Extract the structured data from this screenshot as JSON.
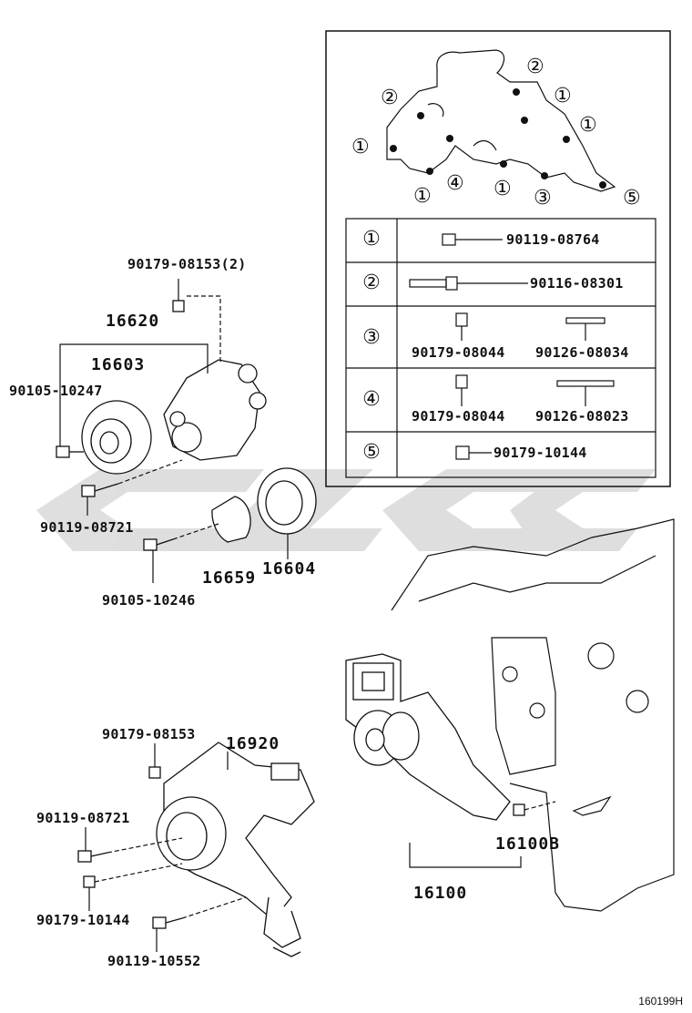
{
  "callouts": {
    "p1": "90179-08153(2)",
    "p2": "16620",
    "p3": "16603",
    "p4": "90105-10247",
    "p5": "90119-08721",
    "p6": "16659",
    "p7": "16604",
    "p8": "90105-10246",
    "p9": "90179-08153",
    "p10": "16920",
    "p11": "90119-08721",
    "p12": "90179-10144",
    "p13": "90119-10552",
    "p14": "16100B",
    "p15": "16100"
  },
  "inset_marks": {
    "m1": "②",
    "m2": "②",
    "m3": "①",
    "m4": "①",
    "m5": "①",
    "m6": "①",
    "m7": "④",
    "m8": "①",
    "m9": "③",
    "m10": "⑤"
  },
  "legend": [
    {
      "num": "①",
      "parts": [
        "90119-08764"
      ]
    },
    {
      "num": "②",
      "parts": [
        "90116-08301"
      ]
    },
    {
      "num": "③",
      "parts": [
        "90179-08044",
        "90126-08034"
      ]
    },
    {
      "num": "④",
      "parts": [
        "90179-08044",
        "90126-08023"
      ]
    },
    {
      "num": "⑤",
      "parts": [
        "90179-10144"
      ]
    }
  ],
  "drawing_code": "160199H",
  "colors": {
    "line": "#111111",
    "watermark": "#d9d9d9"
  }
}
